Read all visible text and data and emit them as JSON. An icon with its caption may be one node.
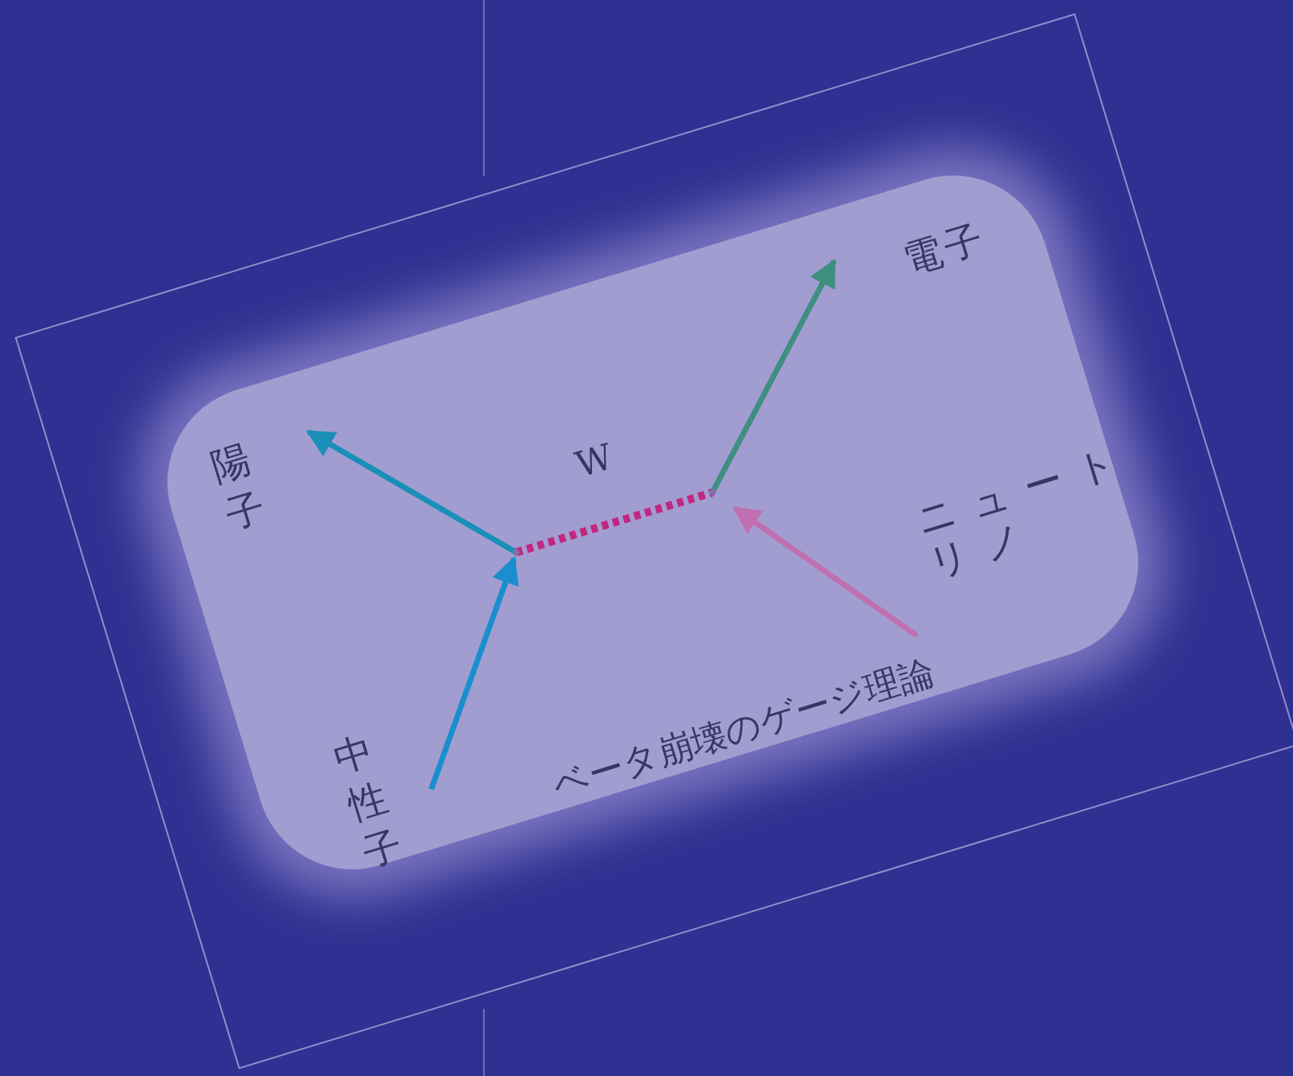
{
  "diagram": {
    "nodes": [
      {
        "text": [
          "陽子"
        ]
      },
      {
        "text": [
          "電子"
        ]
      },
      {
        "text": [],
        "shape": "point"
      },
      {
        "text": [],
        "shape": "point"
      },
      {
        "text": [
          "ニュートリノ"
        ]
      },
      {
        "text": [
          "中性子"
        ]
      }
    ],
    "edges": [
      {
        "from": 5,
        "to": 2,
        "arrow": "to",
        "color": "#1a8fd0"
      },
      {
        "from": 2,
        "to": 0,
        "arrow": "to",
        "color": "#1a8fb8"
      },
      {
        "from": 2,
        "to": 3,
        "arrow": "none",
        "style": "dashed",
        "color": "#c0287f",
        "label": "W"
      },
      {
        "from": 3,
        "to": 1,
        "arrow": "to",
        "color": "#3f8f80"
      },
      {
        "from": 4,
        "to": 3,
        "arrow": "to",
        "color": "#c070b0"
      }
    ],
    "labels": [
      "ベータ崩壊のゲージ理論"
    ]
  }
}
